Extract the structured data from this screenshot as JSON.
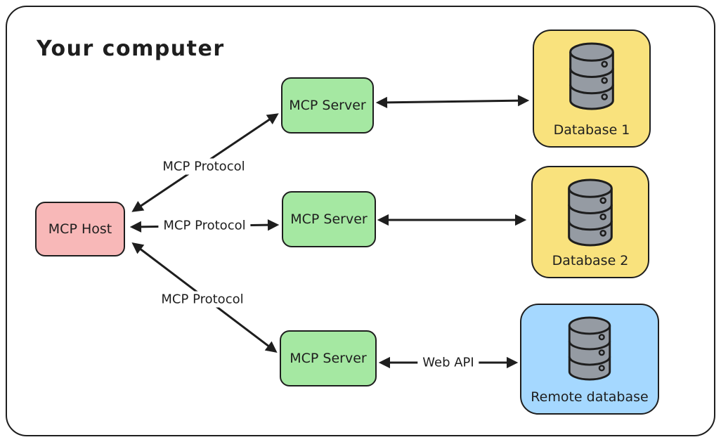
{
  "diagram": {
    "title": "Your computer",
    "colors": {
      "host_fill": "#f8b8b8",
      "server_fill": "#a5e8a2",
      "database_fill": "#f9e27d",
      "remote_database_fill": "#a5d8ff",
      "stroke": "#1e1e1e",
      "icon_fill": "#959ba3"
    },
    "nodes": {
      "mcp_host": {
        "label": "MCP Host"
      },
      "mcp_server_1": {
        "label": "MCP Server"
      },
      "mcp_server_2": {
        "label": "MCP Server"
      },
      "mcp_server_3": {
        "label": "MCP Server"
      },
      "database_1": {
        "label": "Database 1",
        "icon": "database-icon"
      },
      "database_2": {
        "label": "Database 2",
        "icon": "database-icon"
      },
      "remote_database": {
        "label": "Remote database",
        "icon": "database-icon"
      }
    },
    "edges": {
      "host_to_server_1": {
        "label": "MCP Protocol",
        "arrows": "both"
      },
      "host_to_server_2": {
        "label": "MCP Protocol",
        "arrows": "both"
      },
      "host_to_server_3": {
        "label": "MCP Protocol",
        "arrows": "both"
      },
      "server_1_to_database_1": {
        "label": "",
        "arrows": "both"
      },
      "server_2_to_database_2": {
        "label": "",
        "arrows": "both"
      },
      "server_3_to_remote_database": {
        "label": "Web API",
        "arrows": "both"
      }
    }
  }
}
